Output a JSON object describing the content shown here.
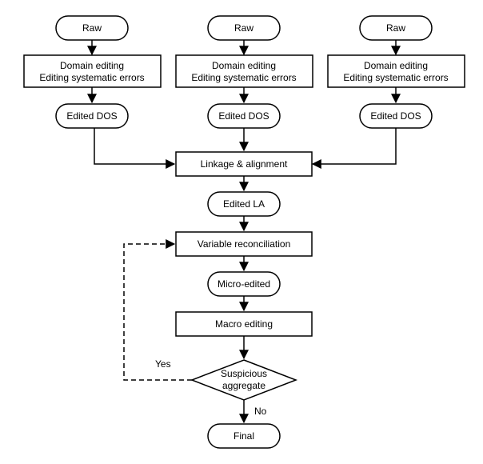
{
  "flowchart": {
    "raw_label": "Raw",
    "domain_edit_line1": "Domain editing",
    "domain_edit_line2": "Editing systematic errors",
    "edited_dos_label": "Edited DOS",
    "linkage_label": "Linkage & alignment",
    "edited_la_label": "Edited LA",
    "variable_reconciliation_label": "Variable reconciliation",
    "micro_edited_label": "Micro-edited",
    "macro_editing_label": "Macro editing",
    "decision_line1": "Suspicious",
    "decision_line2": "aggregate",
    "yes_label": "Yes",
    "no_label": "No",
    "final_label": "Final"
  }
}
